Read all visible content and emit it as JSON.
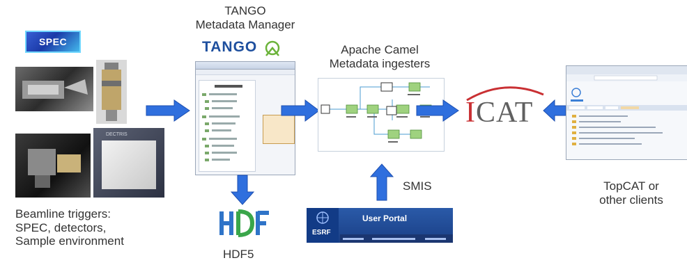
{
  "labels": {
    "tango_title_line1": "TANGO",
    "tango_title_line2": "Metadata Manager",
    "tango_logo_text": "TANGO",
    "camel_title_line1": "Apache Camel",
    "camel_title_line2": "Metadata ingesters",
    "spec_badge": "SPEC",
    "beamline_line1": "Beamline triggers:",
    "beamline_line2": "SPEC, detectors,",
    "beamline_line3": "Sample environment",
    "hdf5_label": "HDF5",
    "smis_label": "SMIS",
    "icat_logo_i": "I",
    "icat_logo_rest": "CAT",
    "topcat_line1": "TopCAT or",
    "topcat_line2": "other clients",
    "portal_title": "User Portal",
    "portal_logo": "ESRF"
  },
  "colors": {
    "arrow_blue": "#2f6fde",
    "arrow_blue_dark": "#1d4fb0",
    "icat_red": "#c93033",
    "hdf_blue": "#2f74c8",
    "hdf_green": "#3aa64a",
    "camel_green": "#9fd27f"
  }
}
